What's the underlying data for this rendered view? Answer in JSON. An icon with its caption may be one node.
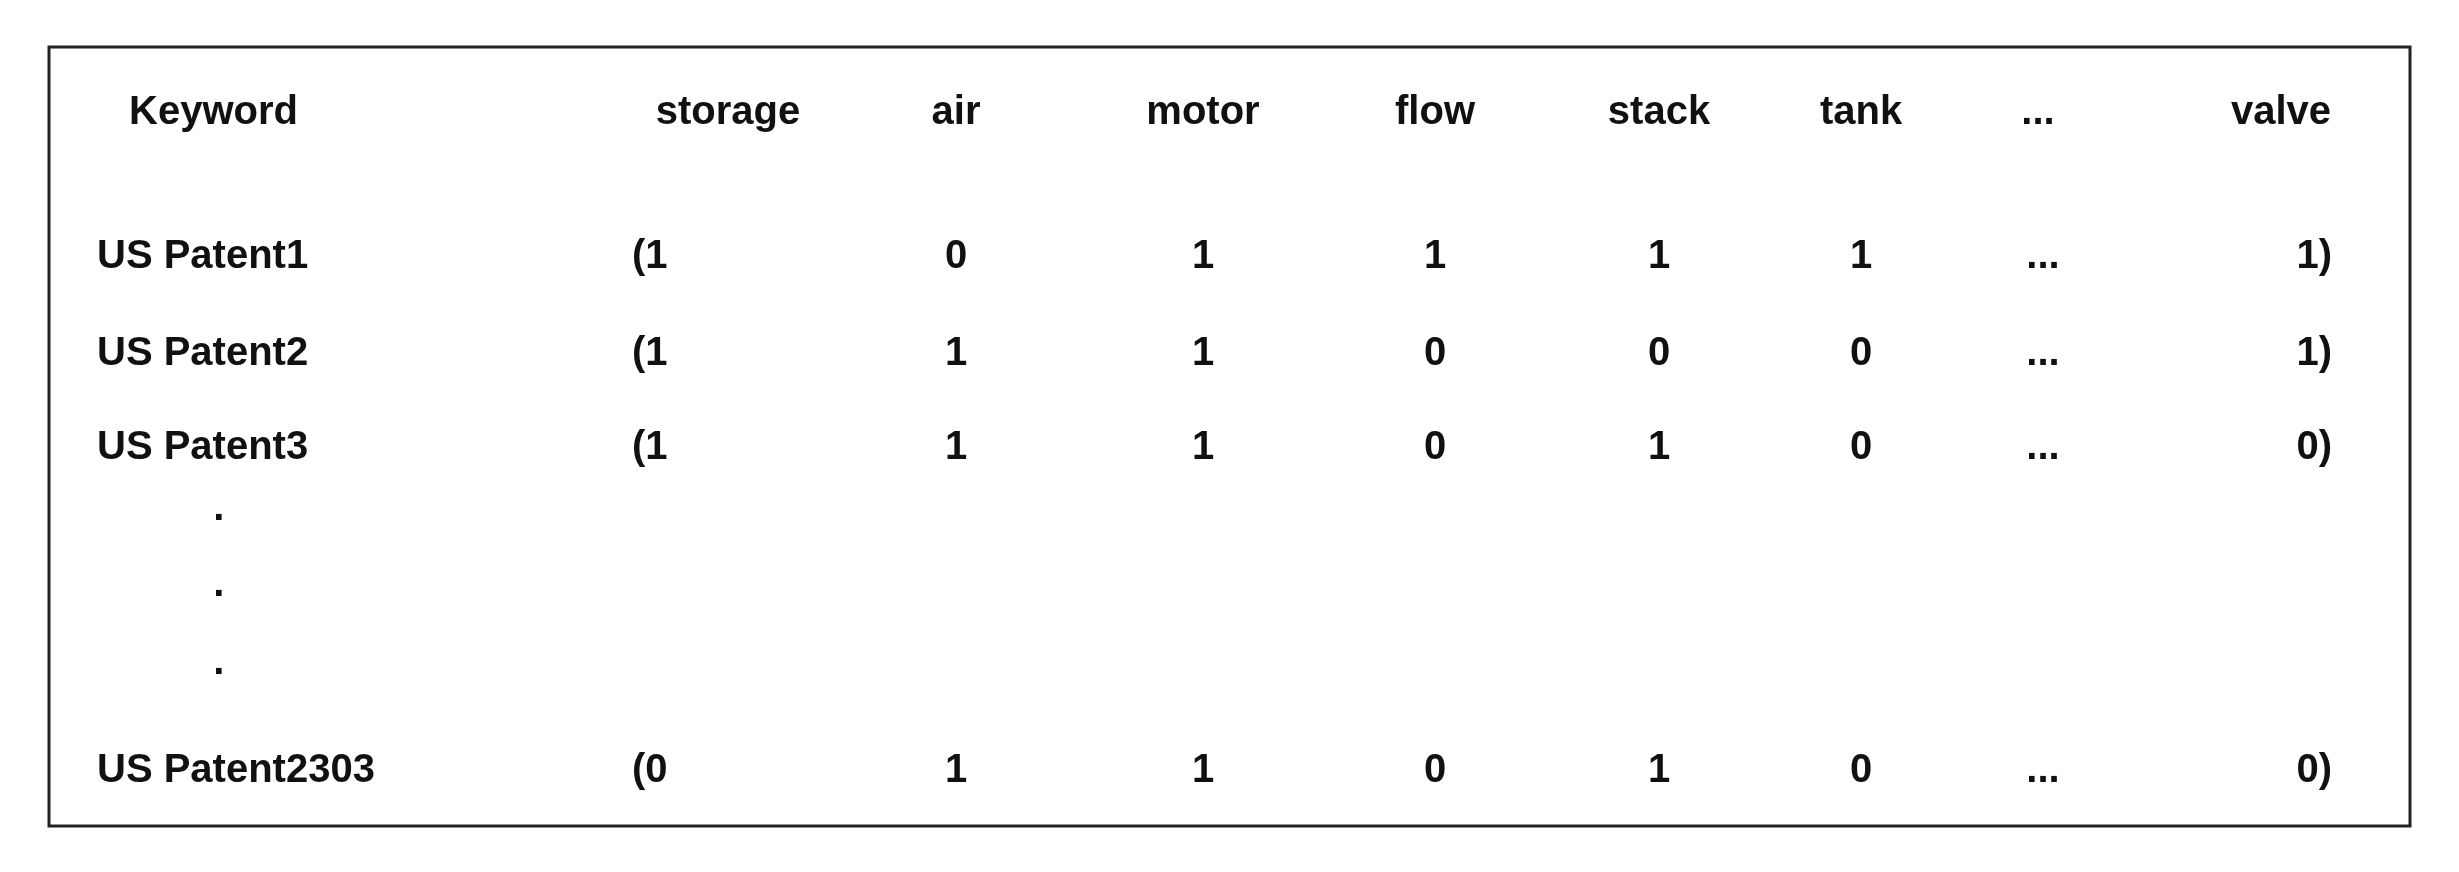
{
  "diagram": {
    "labels": [
      "Keyword",
      "storage",
      "air",
      "motor",
      "flow",
      "stack",
      "tank",
      "...",
      "valve",
      "US Patent1",
      "(1",
      "0",
      "1",
      "1",
      "1",
      "1",
      "...",
      "1)",
      "US Patent2",
      "(1",
      "1",
      "1",
      "0",
      "0",
      "0",
      "...",
      "1)",
      "US Patent3",
      "(1",
      "1",
      "1",
      "0",
      "1",
      "0",
      "...",
      "0)",
      "·",
      "·",
      "·",
      "US Patent2303",
      "(0",
      "1",
      "1",
      "0",
      "1",
      "0",
      "...",
      "0)"
    ]
  }
}
